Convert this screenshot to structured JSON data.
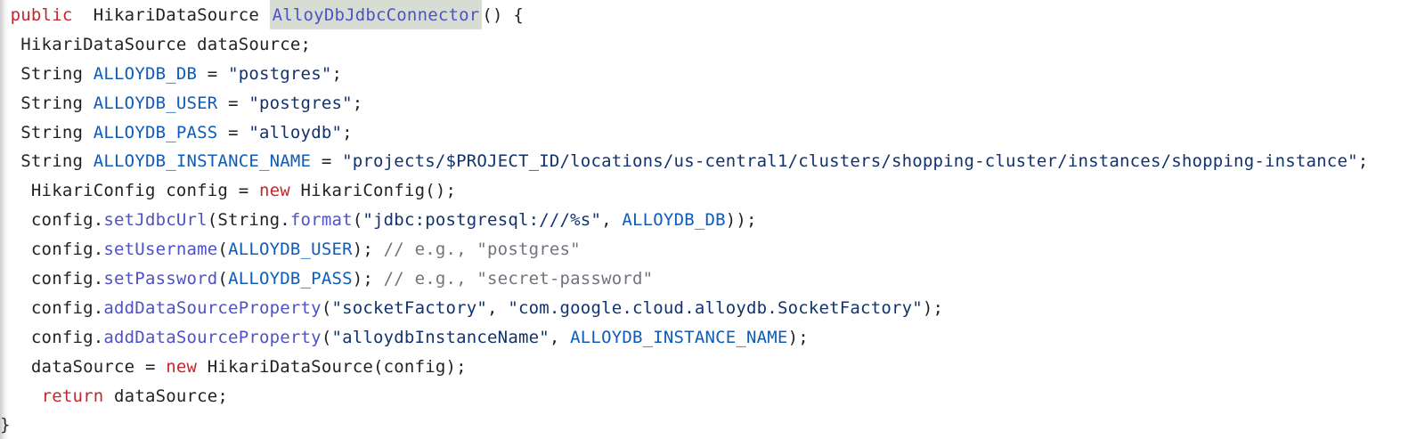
{
  "colors": {
    "background": "#ffffff",
    "plain": "#1f2124",
    "keyword": "#c0282d",
    "function": "#4e52c4",
    "constant": "#0f5cb8",
    "string": "#12326e",
    "comment": "#70757c",
    "highlight_bg": "#d7ddd2"
  },
  "code": {
    "language": "java",
    "highlighted_text": "AlloyDbJdbcConnector",
    "lines": [
      [
        {
          "t": " ",
          "c": "p"
        },
        {
          "t": "public",
          "c": "k"
        },
        {
          "t": "  HikariDataSource ",
          "c": "p"
        },
        {
          "t": "AlloyDbJdbcConnector",
          "c": "fn",
          "hl": true
        },
        {
          "t": "() {",
          "c": "p"
        }
      ],
      [
        {
          "t": "  HikariDataSource dataSource;",
          "c": "p"
        }
      ],
      [
        {
          "t": "  String ",
          "c": "p"
        },
        {
          "t": "ALLOYDB_DB",
          "c": "cn"
        },
        {
          "t": " = ",
          "c": "p"
        },
        {
          "t": "\"postgres\"",
          "c": "s"
        },
        {
          "t": ";",
          "c": "p"
        }
      ],
      [
        {
          "t": "  String ",
          "c": "p"
        },
        {
          "t": "ALLOYDB_USER",
          "c": "cn"
        },
        {
          "t": " = ",
          "c": "p"
        },
        {
          "t": "\"postgres\"",
          "c": "s"
        },
        {
          "t": ";",
          "c": "p"
        }
      ],
      [
        {
          "t": "  String ",
          "c": "p"
        },
        {
          "t": "ALLOYDB_PASS",
          "c": "cn"
        },
        {
          "t": " = ",
          "c": "p"
        },
        {
          "t": "\"alloydb\"",
          "c": "s"
        },
        {
          "t": ";",
          "c": "p"
        }
      ],
      [
        {
          "t": "  String ",
          "c": "p"
        },
        {
          "t": "ALLOYDB_INSTANCE_NAME",
          "c": "cn"
        },
        {
          "t": " = ",
          "c": "p"
        },
        {
          "t": "\"projects/$PROJECT_ID/locations/us-central1/clusters/shopping-cluster/instances/shopping-instance\"",
          "c": "s"
        },
        {
          "t": ";",
          "c": "p"
        }
      ],
      [
        {
          "t": "   HikariConfig config = ",
          "c": "p"
        },
        {
          "t": "new",
          "c": "k"
        },
        {
          "t": " HikariConfig();",
          "c": "p"
        }
      ],
      [
        {
          "t": "   config.",
          "c": "p"
        },
        {
          "t": "setJdbcUrl",
          "c": "fn"
        },
        {
          "t": "(String.",
          "c": "p"
        },
        {
          "t": "format",
          "c": "fn"
        },
        {
          "t": "(",
          "c": "p"
        },
        {
          "t": "\"jdbc:postgresql:///%s\"",
          "c": "s"
        },
        {
          "t": ", ",
          "c": "p"
        },
        {
          "t": "ALLOYDB_DB",
          "c": "cn"
        },
        {
          "t": "));",
          "c": "p"
        }
      ],
      [
        {
          "t": "   config.",
          "c": "p"
        },
        {
          "t": "setUsername",
          "c": "fn"
        },
        {
          "t": "(",
          "c": "p"
        },
        {
          "t": "ALLOYDB_USER",
          "c": "cn"
        },
        {
          "t": "); ",
          "c": "p"
        },
        {
          "t": "// e.g., \"postgres\"",
          "c": "c"
        }
      ],
      [
        {
          "t": "   config.",
          "c": "p"
        },
        {
          "t": "setPassword",
          "c": "fn"
        },
        {
          "t": "(",
          "c": "p"
        },
        {
          "t": "ALLOYDB_PASS",
          "c": "cn"
        },
        {
          "t": "); ",
          "c": "p"
        },
        {
          "t": "// e.g., \"secret-password\"",
          "c": "c"
        }
      ],
      [
        {
          "t": "   config.",
          "c": "p"
        },
        {
          "t": "addDataSourceProperty",
          "c": "fn"
        },
        {
          "t": "(",
          "c": "p"
        },
        {
          "t": "\"socketFactory\"",
          "c": "s"
        },
        {
          "t": ", ",
          "c": "p"
        },
        {
          "t": "\"com.google.cloud.alloydb.SocketFactory\"",
          "c": "s"
        },
        {
          "t": ");",
          "c": "p"
        }
      ],
      [
        {
          "t": "   config.",
          "c": "p"
        },
        {
          "t": "addDataSourceProperty",
          "c": "fn"
        },
        {
          "t": "(",
          "c": "p"
        },
        {
          "t": "\"alloydbInstanceName\"",
          "c": "s"
        },
        {
          "t": ", ",
          "c": "p"
        },
        {
          "t": "ALLOYDB_INSTANCE_NAME",
          "c": "cn"
        },
        {
          "t": ");",
          "c": "p"
        }
      ],
      [
        {
          "t": "   dataSource = ",
          "c": "p"
        },
        {
          "t": "new",
          "c": "k"
        },
        {
          "t": " HikariDataSource(config);",
          "c": "p"
        }
      ],
      [
        {
          "t": "    ",
          "c": "p"
        },
        {
          "t": "return",
          "c": "k"
        },
        {
          "t": " dataSource;",
          "c": "p"
        }
      ],
      [
        {
          "t": "}",
          "c": "p"
        }
      ]
    ]
  }
}
